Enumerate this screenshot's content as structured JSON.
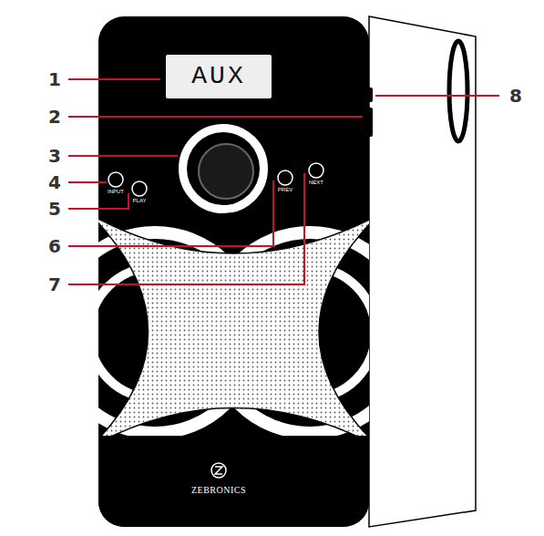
{
  "diagram": {
    "nodes": [
      {
        "text": [
          "AUX"
        ]
      }
    ],
    "labels": [
      "1",
      "2",
      "3",
      "4",
      "5",
      "6",
      "7",
      "8",
      "INPUT",
      "PLAY",
      "PREV",
      "NEXT",
      "ZEBRONICS"
    ]
  }
}
